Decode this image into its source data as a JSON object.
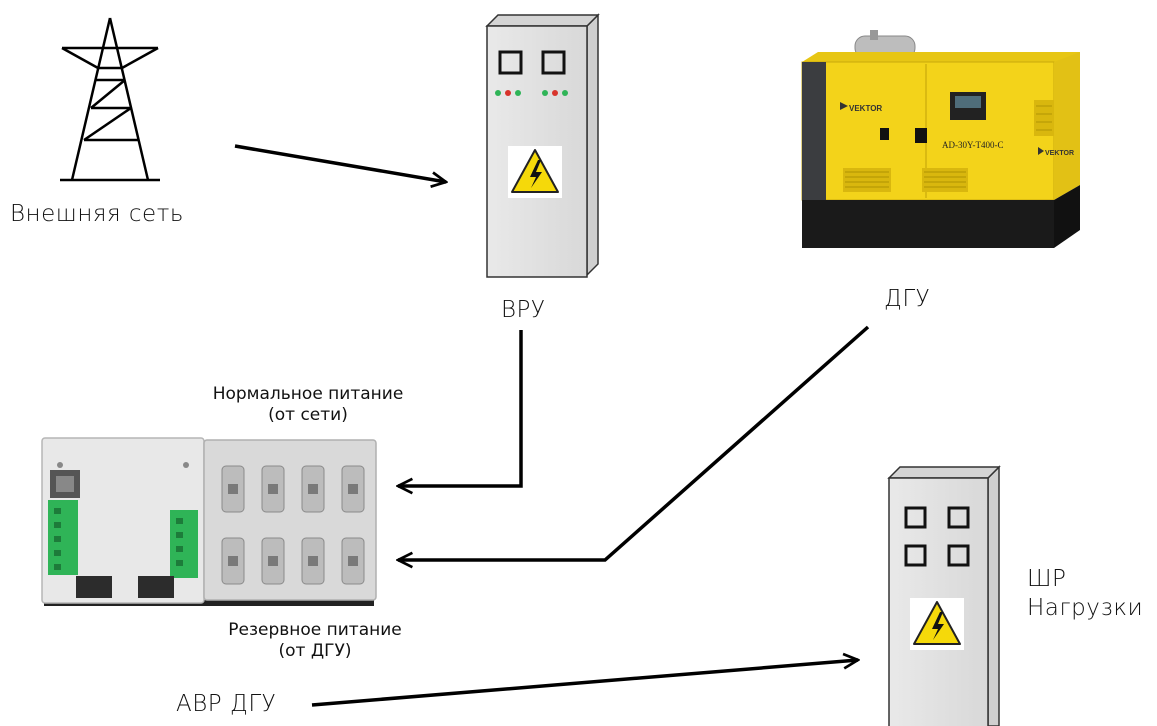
{
  "labels": {
    "grid": "Внешняя сеть",
    "vru": "ВРУ",
    "dgu": "ДГУ",
    "normal_line1": "Нормальное питание",
    "normal_line2": "(от сети)",
    "reserve_line1": "Резервное питание",
    "reserve_line2": "(от ДГУ)",
    "avr": "АВР ДГУ",
    "load_line1": "ШР",
    "load_line2": "Нагрузки"
  },
  "generator": {
    "brand": "VEKTOR",
    "model": "AD-30Y-T400-C",
    "body_color": "#f3d31a"
  },
  "cabinet_color": "#e3e3e3",
  "warning_color": "#f5d90a",
  "avr_terminal_color": "#2fb457",
  "indicator_colors": [
    "#2fb457",
    "#d8342c",
    "#2fb457"
  ]
}
